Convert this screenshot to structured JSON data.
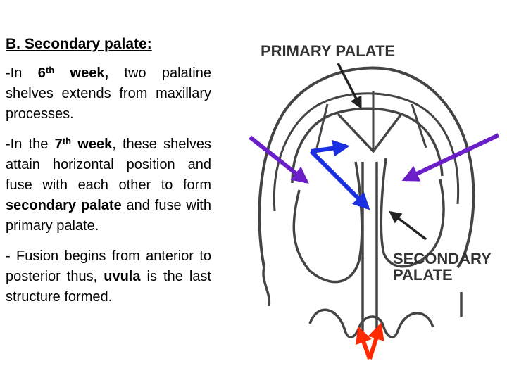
{
  "text": {
    "heading": "B. Secondary palate:",
    "p1": {
      "prefix": "-In ",
      "num": "6",
      "sup": "th",
      "bold_rest": " week,",
      "rest": " two palatine shelves extends from maxillary processes."
    },
    "p2": {
      "prefix": "-In the ",
      "num": "7",
      "sup": "th",
      "bold_rest": " week",
      "mid": ", these shelves attain horizontal position and fuse with each other to form ",
      "bold1": "secondary palate",
      "rest": " and fuse with primary palate."
    },
    "p3": {
      "prefix": "- Fusion begins from anterior to posterior thus, ",
      "bold1": "uvula",
      "rest": " is the last structure formed."
    }
  },
  "diagram": {
    "label_primary": "PRIMARY PALATE",
    "label_secondary_line1": "SECONDARY",
    "label_secondary_line2": "PALATE"
  },
  "colors": {
    "purple_arrow": "#6a1fc8",
    "blue_arrow": "#1a2fe0",
    "red_arrow": "#ff2a00",
    "outline": "#444444"
  }
}
